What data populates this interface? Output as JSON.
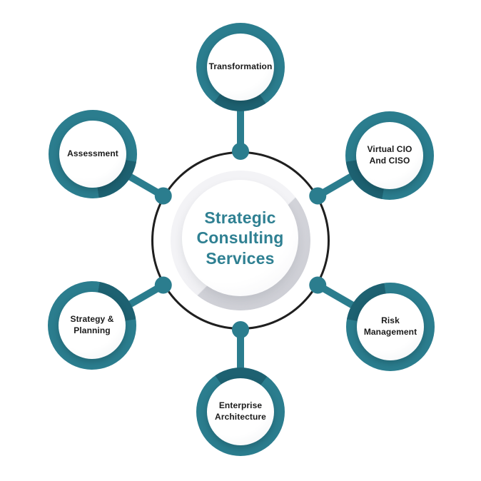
{
  "center": {
    "title": "Strategic\nConsulting\nServices"
  },
  "satellites": [
    {
      "id": "transformation",
      "label": "Transformation"
    },
    {
      "id": "virtual-cio-and-ciso",
      "label": "Virtual CIO\nAnd CISO"
    },
    {
      "id": "risk-management",
      "label": "Risk\nManagement"
    },
    {
      "id": "enterprise-architecture",
      "label": "Enterprise\nArchitecture"
    },
    {
      "id": "strategy-and-planning",
      "label": "Strategy &\nPlanning"
    },
    {
      "id": "assessment",
      "label": "Assessment"
    }
  ],
  "colors": {
    "teal": "#2b7d8e",
    "teal-dark": "#1e6577",
    "hub-line": "#1f1f1f",
    "label-text": "#1b1b1b",
    "title-text": "#2f8092",
    "bg": "#ffffff",
    "disc-gray": "#e8e8ec"
  }
}
